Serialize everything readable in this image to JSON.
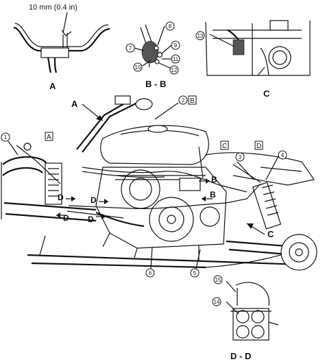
{
  "detail_labels": {
    "A": "A",
    "BB": "B - B",
    "C": "C",
    "DD": "D - D"
  },
  "dimension": "10 mm (0.4 in)",
  "callouts": [
    "1",
    "2",
    "3",
    "4",
    "5",
    "6",
    "7",
    "8",
    "9",
    "10",
    "11",
    "12",
    "13",
    "14",
    "15"
  ],
  "boxed_letters": {
    "A": "A",
    "B": "B",
    "C": "C",
    "D": "D"
  },
  "view_arrows": {
    "A": "A",
    "B1": "B",
    "B2": "B",
    "C": "C",
    "D1": "D",
    "D2": "D",
    "D3": "D",
    "D4": "D"
  }
}
